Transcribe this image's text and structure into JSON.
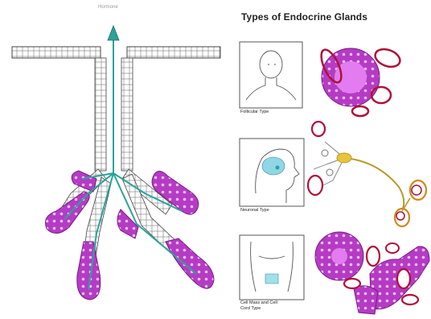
{
  "diagram": {
    "title": "Types of Endocrine Glands",
    "duct_top_label": "Hormone",
    "panels": [
      {
        "caption": "Follicular Type"
      },
      {
        "caption": "Neuronal Type"
      },
      {
        "caption_line1": "Cell Mass and Cell",
        "caption_line2": "Cord Type"
      }
    ]
  },
  "colors": {
    "cell_fill": "#b53bc4",
    "cell_nucleus": "#f1c2f6",
    "capillary": "#b0103a",
    "duct": "#2aa39b",
    "axon": "#b89a2a",
    "neuron_body": "#e7c43a",
    "panel_border": "#555555"
  }
}
